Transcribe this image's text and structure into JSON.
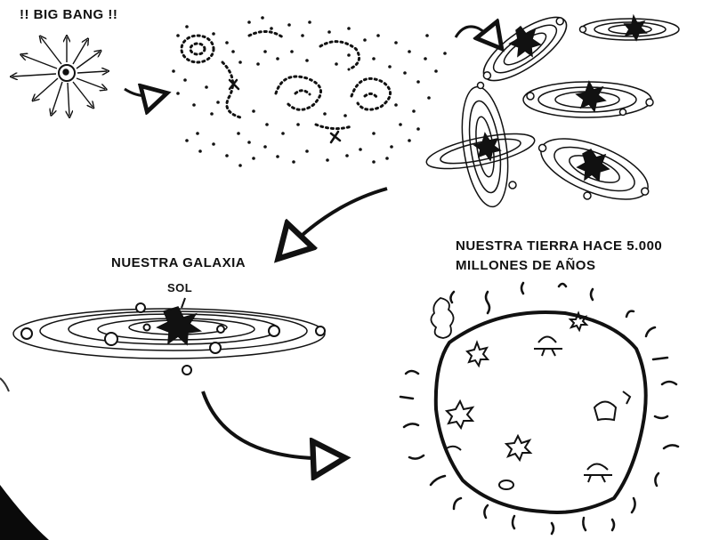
{
  "labels": {
    "big_bang": "!! BIG BANG !!",
    "nuestra_galaxia": "NUESTRA GALAXIA",
    "sol": "SOL",
    "tierra_line1": "NUESTRA TIERRA HACE 5.000",
    "tierra_line2": "MILLONES DE AÑOS"
  },
  "colors": {
    "ink": "#111111",
    "background": "#ffffff",
    "corner": "#0a0a0a"
  },
  "icons": [
    "explosion-icon",
    "galaxy-icon",
    "star-icon",
    "planet-icon",
    "arrow-icon",
    "sun-ray-icon"
  ]
}
